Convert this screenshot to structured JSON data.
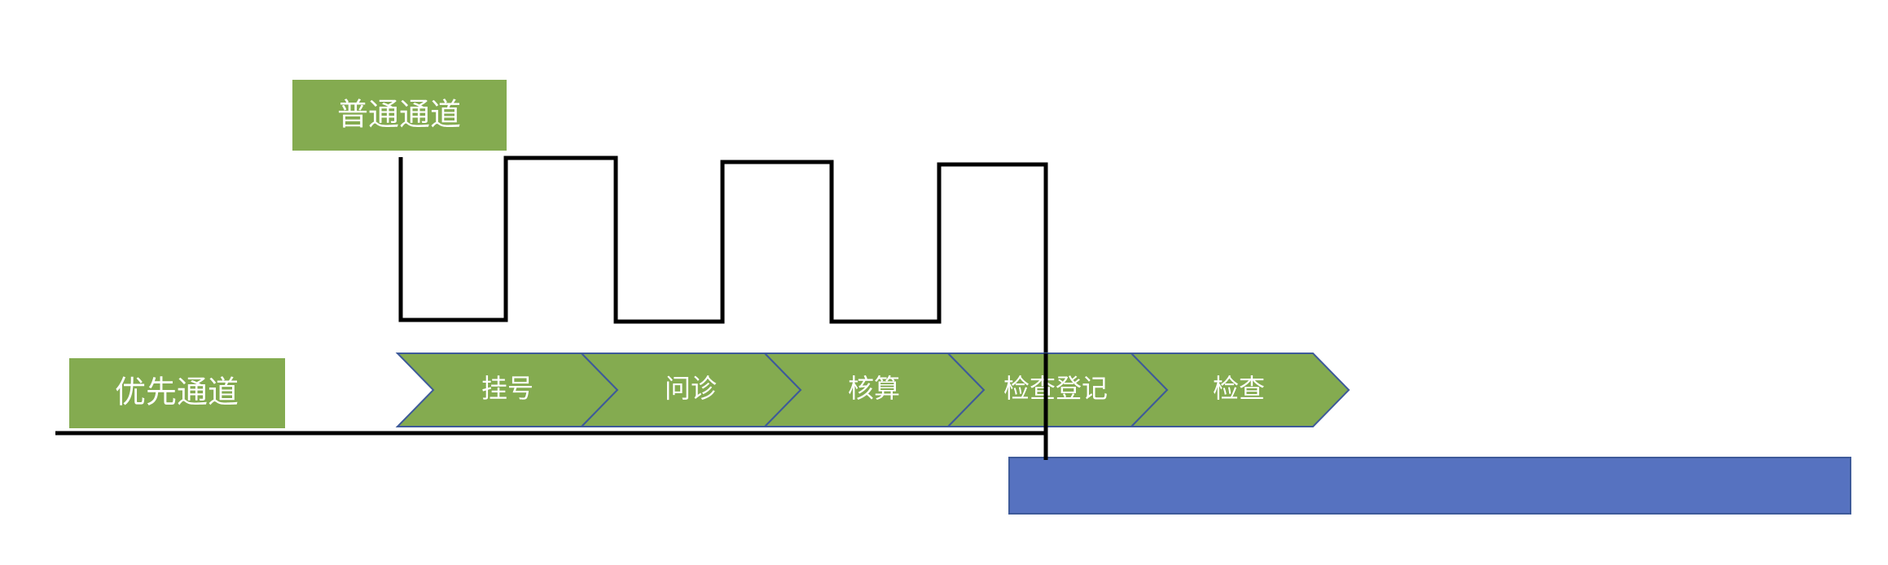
{
  "channels": {
    "normal": "普通通道",
    "priority": "优先通道"
  },
  "steps": [
    {
      "label": "挂号"
    },
    {
      "label": "问诊"
    },
    {
      "label": "核算"
    },
    {
      "label": "检查登记"
    },
    {
      "label": "检查"
    }
  ],
  "colors": {
    "green": "#84AB50",
    "blue": "#5672C0",
    "chevron_border": "#3E5A9A",
    "line": "#000000"
  }
}
